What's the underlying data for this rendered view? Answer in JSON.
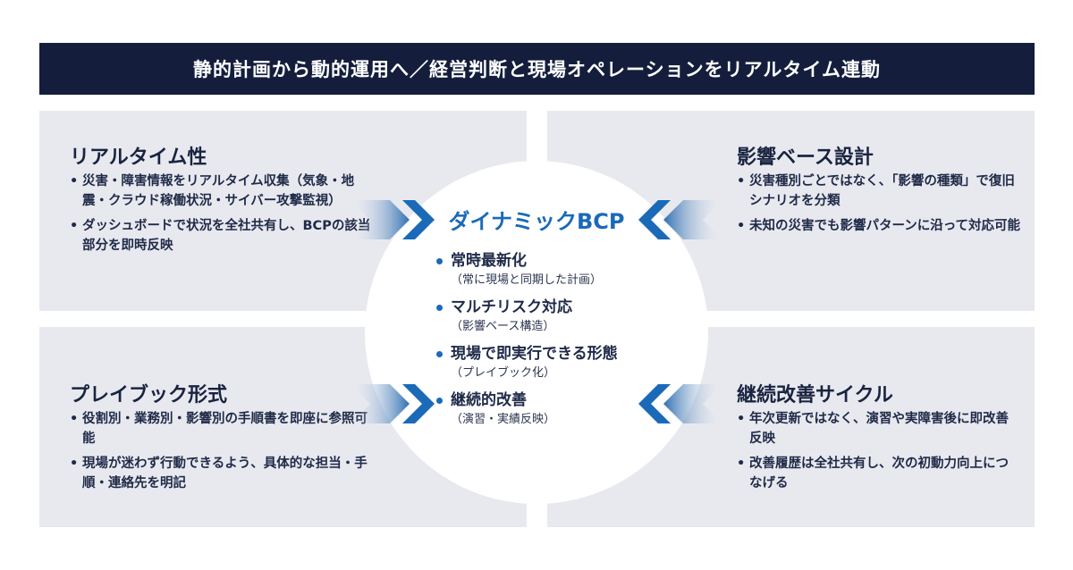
{
  "banner": {
    "title": "静的計画から動的運用へ／経営判断と現場オペレーションをリアルタイム連動"
  },
  "panels": {
    "top_left": {
      "title": "リアルタイム性",
      "bullets": [
        "災害・障害情報をリアルタイム収集（気象・地震・クラウド稼働状況・サイバー攻撃監視）",
        "ダッシュボードで状況を全社共有し、BCPの該当部分を即時反映"
      ]
    },
    "top_right": {
      "title": "影響ベース設計",
      "bullets": [
        "災害種別ごとではなく、「影響の種類」で復旧シナリオを分類",
        "未知の災害でも影響パターンに沿って対応可能"
      ]
    },
    "bottom_left": {
      "title": "プレイブック形式",
      "bullets": [
        "役割別・業務別・影響別の手順書を即座に参照可能",
        "現場が迷わず行動できるよう、具体的な担当・手順・連絡先を明記"
      ]
    },
    "bottom_right": {
      "title": "継続改善サイクル",
      "bullets": [
        "年次更新ではなく、演習や実障害後に即改善反映",
        "改善履歴は全社共有し、次の初動力向上につなげる"
      ]
    }
  },
  "center": {
    "title": "ダイナミックBCP",
    "items": [
      {
        "main": "常時最新化",
        "sub": "（常に現場と同期した計画）"
      },
      {
        "main": "マルチリスク対応",
        "sub": "（影響ベース構造）"
      },
      {
        "main": "現場で即実行できる形態",
        "sub": "（プレイブック化）"
      },
      {
        "main": "継続的改善",
        "sub": "（演習・実績反映）"
      }
    ]
  },
  "colors": {
    "banner": "#141e3c",
    "panel": "#e8e9ef",
    "accent": "#1a6ab8",
    "text": "#1f2a48"
  }
}
